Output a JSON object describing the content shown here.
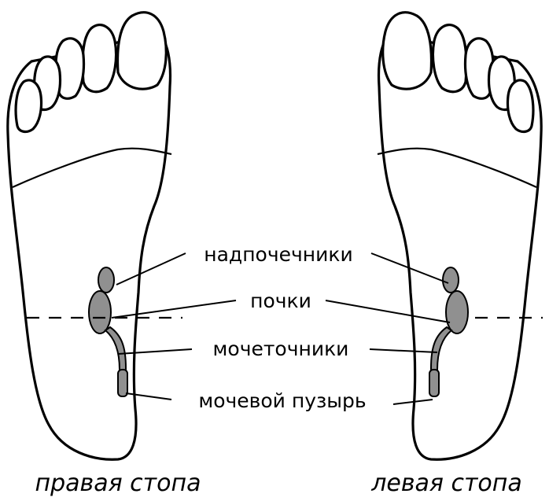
{
  "labels": {
    "adrenals": "надпочечники",
    "kidneys": "почки",
    "ureters": "мочеточники",
    "bladder": "мочевой пузырь"
  },
  "captions": {
    "right_foot": "правая стопа",
    "left_foot": "левая стопа"
  },
  "colors": {
    "outline": "#000000",
    "organ_fill": "#909090",
    "background": "#ffffff"
  }
}
